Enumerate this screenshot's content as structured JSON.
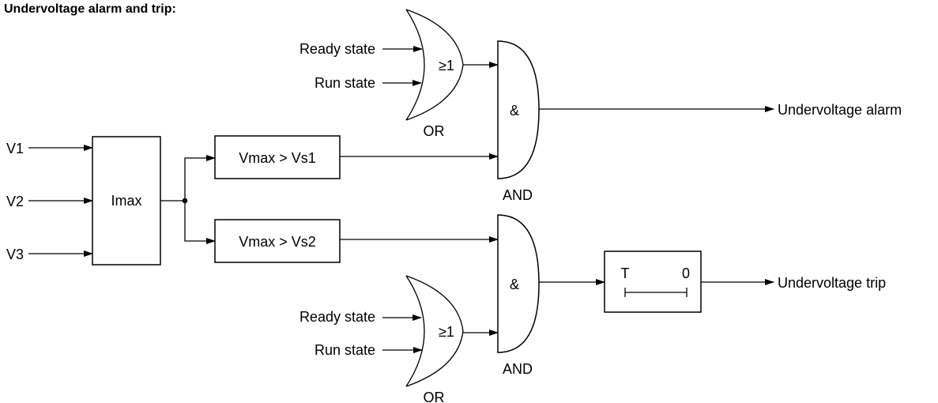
{
  "title": "Undervoltage alarm and trip:",
  "inputs": [
    "V1",
    "V2",
    "V3"
  ],
  "imax_block": "Imax",
  "comparators": {
    "alarm": "Vmax > Vs1",
    "trip": "Vmax > Vs2"
  },
  "or_gate_top": {
    "symbol": "≥1",
    "label": "OR",
    "inputs": [
      "Ready state",
      "Run state"
    ]
  },
  "or_gate_bottom": {
    "symbol": "≥1",
    "label": "OR",
    "inputs": [
      "Ready state",
      "Run state"
    ]
  },
  "and_gate_top": {
    "symbol": "&",
    "label": "AND"
  },
  "and_gate_bottom": {
    "symbol": "&",
    "label": "AND"
  },
  "timer": {
    "t_label": "T",
    "zero_label": "0"
  },
  "outputs": {
    "alarm": "Undervoltage alarm",
    "trip": "Undervoltage trip"
  }
}
